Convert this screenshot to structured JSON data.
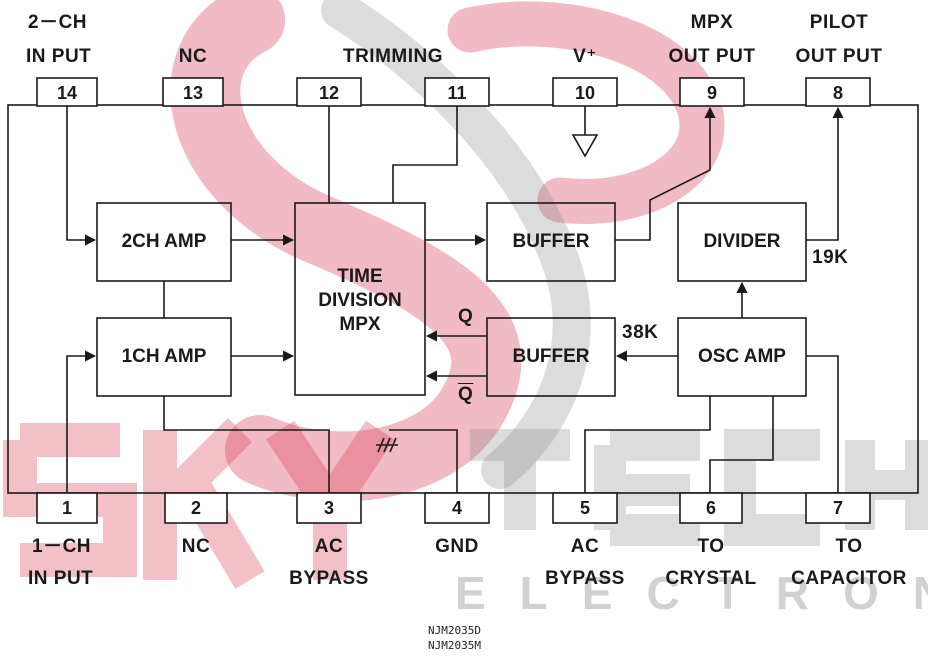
{
  "watermark": {
    "text_sky": "SKY",
    "text_tech": "TECH",
    "text_electronic": "ELECTRONIC",
    "colors": {
      "red": "#d93a55",
      "gray": "#8c8c8c"
    }
  },
  "pins": {
    "top": [
      {
        "num": "14",
        "label_lines": [
          "2－CH",
          "IN PUT"
        ]
      },
      {
        "num": "13",
        "label_lines": [
          "NC"
        ]
      },
      {
        "num": "12",
        "label_lines": []
      },
      {
        "num": "11",
        "label_lines": []
      },
      {
        "num": "10",
        "label_lines": [
          "V⁺"
        ]
      },
      {
        "num": "9",
        "label_lines": [
          "MPX",
          "OUT PUT"
        ]
      },
      {
        "num": "8",
        "label_lines": [
          "PILOT",
          "OUT PUT"
        ]
      }
    ],
    "trimming_label": "TRIMMING",
    "bottom": [
      {
        "num": "1",
        "label_lines": [
          "1－CH",
          "IN PUT"
        ]
      },
      {
        "num": "2",
        "label_lines": [
          "NC"
        ]
      },
      {
        "num": "3",
        "label_lines": [
          "AC",
          "BYPASS"
        ]
      },
      {
        "num": "4",
        "label_lines": [
          "GND"
        ]
      },
      {
        "num": "5",
        "label_lines": [
          "AC",
          "BYPASS"
        ]
      },
      {
        "num": "6",
        "label_lines": [
          "TO",
          "CRYSTAL"
        ]
      },
      {
        "num": "7",
        "label_lines": [
          "TO",
          "CAPACITOR"
        ]
      }
    ]
  },
  "blocks": {
    "amp2": "2CH AMP",
    "amp1": "1CH AMP",
    "mpx_lines": [
      "TIME",
      "DIVISION",
      "MPX"
    ],
    "buffer_top": "BUFFER",
    "buffer_bottom": "BUFFER",
    "divider": "DIVIDER",
    "osc": "OSC AMP"
  },
  "signals": {
    "q": "Q",
    "q_bar": "Q",
    "r38k": "38K",
    "r19k": "19K"
  },
  "part_numbers": [
    "NJM2035D",
    "NJM2035M"
  ]
}
